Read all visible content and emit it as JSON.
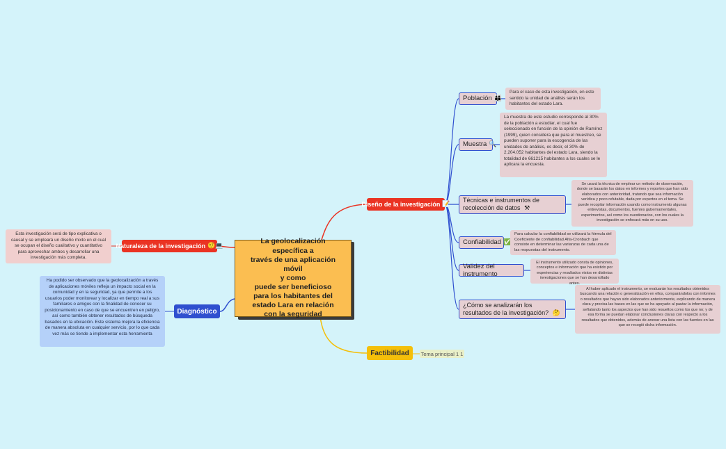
{
  "central": {
    "text": "La geolocalización específica a\ntravés de una aplicación móvil\ny como\npuede ser beneficioso\npara los habitantes del\nestado Lara en relación\ncon la seguridad"
  },
  "main_topics": {
    "naturaleza": {
      "label": "Naturaleza de la investigación",
      "icon": "🤨💻"
    },
    "diagnostico": {
      "label": "Diagnóstico"
    },
    "diseno": {
      "label": "Diseño de la investigación",
      "icon": "📝"
    },
    "factibilidad": {
      "label": "Factibilidad"
    }
  },
  "notes": {
    "naturaleza": "Esta investigación será de tipo explicativa o causal y se empleará un diseño mixto en el cual se ocupan el diseño cualitativo y cuantitativo para aprovechar ambos y desarrollar una investigación más completa.",
    "diagnostico": "Ha podido ser observado que la geolocalización a través de aplicaciones móviles refleja un impacto social en la comunidad y en la seguridad, ya que permite a los usuarios poder monitorear y localizar en tiempo real a sus familiares o amigos con la finalidad de conocer su posicionamiento en caso de que se encuentren en peligro, así como también obtener resultados de búsqueda basados en la ubicación. Este sistema mejora la eficiencia de manera absoluta en cualquier servicio, por lo que cada vez más se tiende a implementar esta herramienta",
    "factibilidad_tema": "Tema principal 1 1"
  },
  "subtopics": {
    "poblacion": {
      "label": "Población",
      "icon": "👪",
      "note": "Para el caso de esta investigación, en este sentido la unidad de análisis serán los habitantes del estado Lara."
    },
    "muestra": {
      "label": "Muestra",
      "icon": "🔍",
      "note": "La muestra de este estudio corresponde al 30% de la población a estudiar, el cual fue seleccionado en función de la opinión de Ramírez (1999), quien considera que para el muestreo, se pueden suponer para la escogencia de las unidades de análisis, es decir, el 30% de 2.204.052 habitantes del estado Lara, siendo la totalidad de 661215 habitantes a los cuales se le aplicara la encuesta."
    },
    "tecnicas": {
      "label": "Técnicas e instrumentos de recolección de datos",
      "icon": "⚒",
      "note": "Se usará la técnica de emplear un método de observación, donde se basarán los datos en informes y reportes que han sido elaborados con anterioridad, tratando que sea información verídica y poco refutable, dada por expertos en el tema. Se puede recopilar información usando como instrumento algunas entrevistas, documentos, fuentes gubernamentales, experimentos, así como los cuestionarios, con los cuales la investigación se enfocará más en su uso."
    },
    "confiabilidad": {
      "label": "Confiabilidad",
      "icon": "✅",
      "note": "Para calcular la confiabilidad se utilizará la fórmula del Coeficiente de confiabilidad Alfa-Cronbach que consiste en determinar las varianzas de cada una de las respuestas del instrumento."
    },
    "validez": {
      "label": "Validez del instrumento",
      "note": "El instrumento utilizado consta de opiniones, conceptos e información que ha existido por experiencias y resultados vistos en distintas investigaciones que se han desarrollado antes."
    },
    "analisis": {
      "label": "¿Cómo se analizarán los resultados de la investigación?",
      "icon": "🤔",
      "note": "Al haber aplicado el instrumento, se evaluarán los resultados obtenidos buscando una relación o generalización en ellos, comparándolos con informes o resultados que hayan sido elaborados anteriormente, explicando de manera clara y precisa las bases en las que se ha apoyado al pautar la información, señalando tanto los aspectos que han sido resueltos como los que no; y de esa forma se puedan elaborar conclusiones claras con respecto a los resultados que obtenidos, además de anexar una lista con las fuentes en las que se recogió dicha información."
    }
  },
  "colors": {
    "background": "#d4f3fa",
    "central": "#fbbe51",
    "red_topic": "#ea3323",
    "blue_topic": "#2f4fcf",
    "yellow_topic": "#f4bf0a",
    "note_pink": "#e7d0d3",
    "note_blue": "#b5d1f9"
  }
}
